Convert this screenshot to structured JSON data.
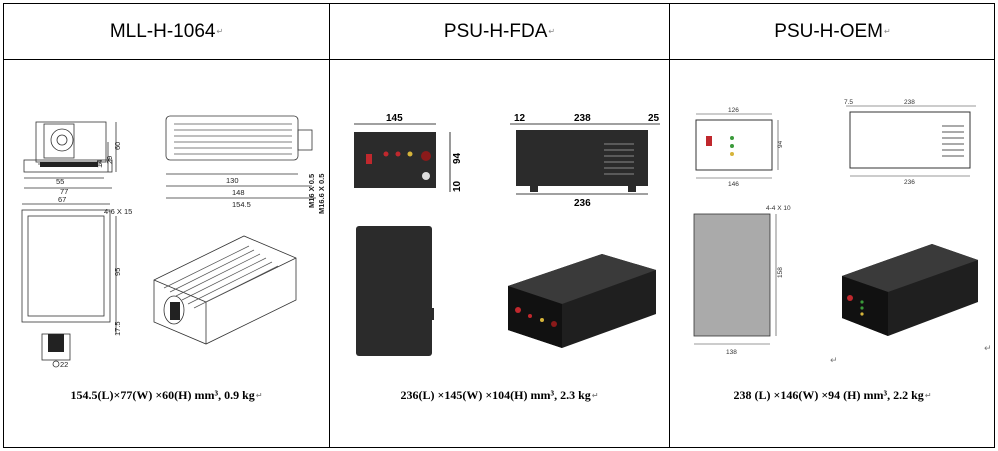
{
  "columns": [
    {
      "title": "MLL-H-1064",
      "caption": "154.5(L)×77(W) ×60(H) mm³, 0.9 kg",
      "dims": {
        "d60": "60",
        "d29": "29",
        "d14": "14",
        "d55": "55",
        "d77": "77",
        "d67": "67",
        "holes": "4-6 X 15",
        "d95": "95",
        "d17_5": "17.5",
        "d22": "22",
        "d130": "130",
        "d148": "148",
        "d154_5": "154.5",
        "m16a": "M16 X 0.5",
        "m16b": "M16.6 X 0.5"
      }
    },
    {
      "title": "PSU-H-FDA",
      "caption": "236(L) ×145(W) ×104(H) mm³, 2.3 kg",
      "dims": {
        "d145": "145",
        "d94": "94",
        "d10": "10",
        "d12": "12",
        "d238": "238",
        "d25": "25",
        "d236": "236"
      }
    },
    {
      "title": "PSU-H-OEM",
      "caption": "238 (L) ×146(W) ×94 (H) mm³, 2.2 kg",
      "dims": {
        "d126": "126",
        "d94": "94",
        "d146": "146",
        "d7_5": "7.5",
        "d238": "238",
        "d236": "236",
        "holes": "4-4 X 10",
        "d158": "158",
        "d138": "138"
      }
    }
  ],
  "return_mark": "↵",
  "colors": {
    "border": "#000000",
    "body": "#2b2b2b",
    "panel": "#3a3a3a",
    "led_red": "#c0282d",
    "led_green": "#3a9a3a",
    "led_yellow": "#d6b43a"
  }
}
